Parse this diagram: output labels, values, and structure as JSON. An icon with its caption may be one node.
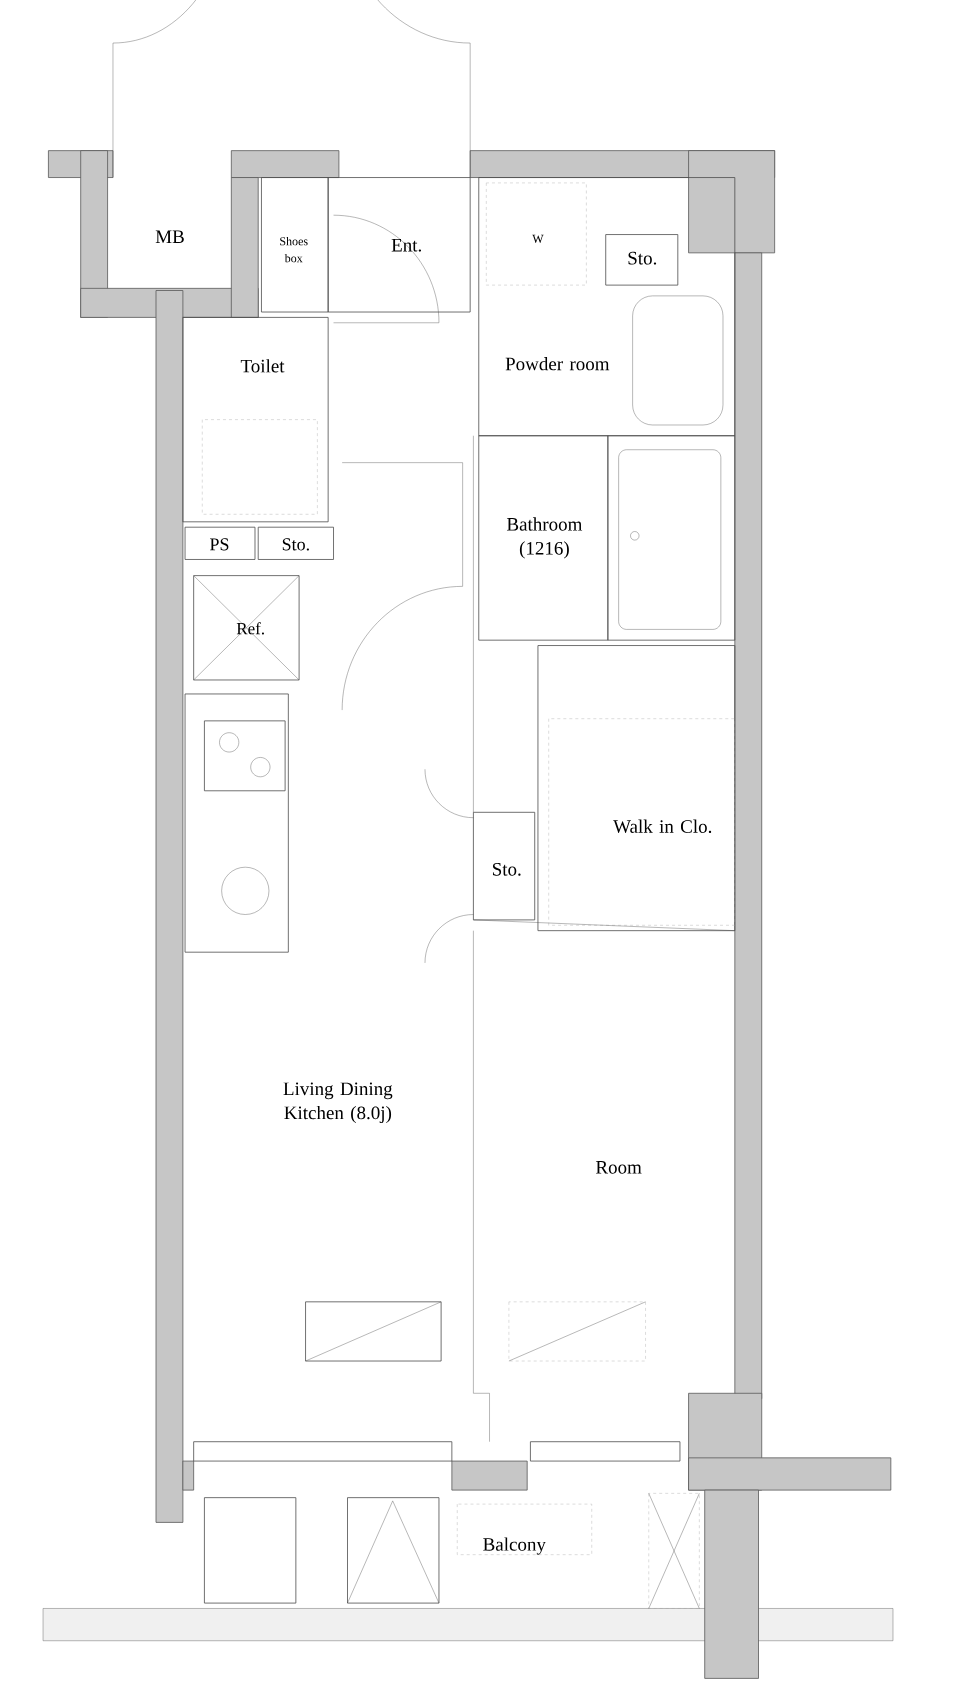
{
  "diagram": {
    "labels": [
      "MB",
      "Shoes box",
      "Ent.",
      "W",
      "Sto.",
      "Powder room",
      "Toilet",
      "PS",
      "Sto.",
      "Bathroom (1216)",
      "Ref.",
      "Walk in Clo.",
      "Sto.",
      "Living Dining Kitchen (8.0j)",
      "Room",
      "Balcony"
    ]
  }
}
